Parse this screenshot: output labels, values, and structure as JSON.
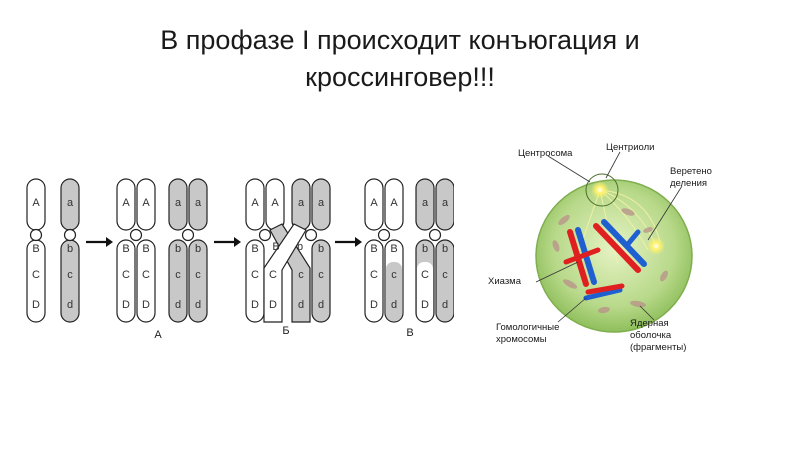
{
  "slide": {
    "title_line1": "В профазе I происходит конъюгация и",
    "title_line2": "кроссинговер!!!"
  },
  "meiosis_diagram": {
    "gene_labels_light": [
      "A",
      "B",
      "C",
      "D"
    ],
    "gene_labels_dark": [
      "a",
      "b",
      "c",
      "d"
    ],
    "stage_labels": [
      "А",
      "Б",
      "В"
    ],
    "colors": {
      "light_chromosome": "#ffffff",
      "dark_chromosome": "#c8c8c8",
      "outline": "#222222"
    }
  },
  "cell_diagram": {
    "labels": {
      "centrosome": "Центросома",
      "centrioles": "Центриоли",
      "spindle_line1": "Веретено",
      "spindle_line2": "деления",
      "chiasma": "Хиазма",
      "homologous_line1": "Гомологичные",
      "homologous_line2": "хромосомы",
      "envelope_line1": "Ядерная",
      "envelope_line2": "оболочка",
      "envelope_line3": "(фрагменты)"
    },
    "colors": {
      "cell_fill": "#b8d98a",
      "chromosome_red": "#e02020",
      "chromosome_blue": "#1f5fd0",
      "centriole": "#ffe23a"
    }
  }
}
